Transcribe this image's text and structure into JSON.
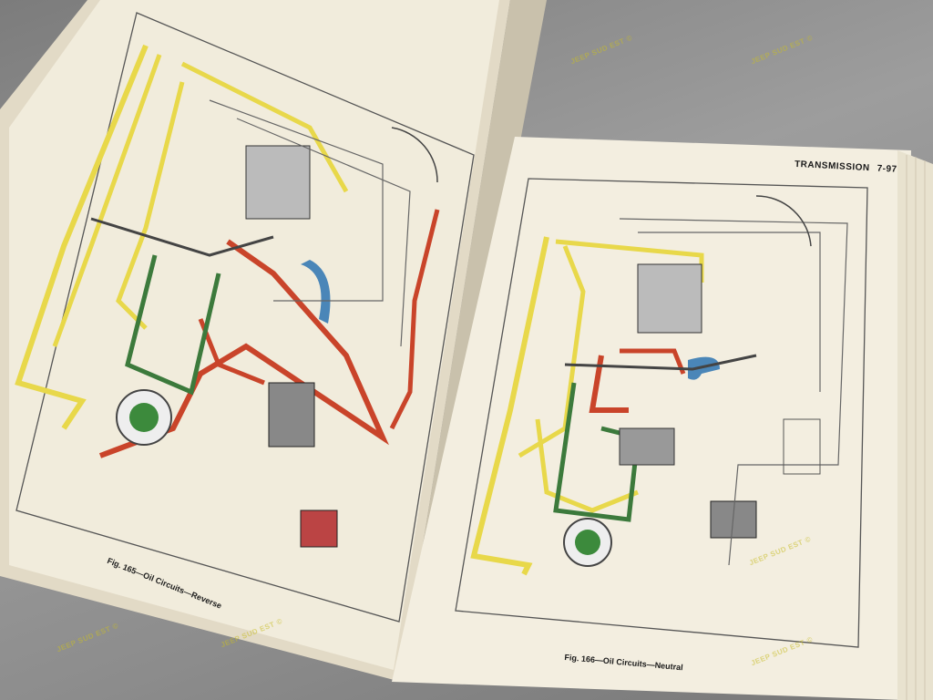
{
  "page_header": {
    "section": "TRANSMISSION",
    "page_number": "7-97"
  },
  "figures": {
    "left_caption": "Fig. 165—Oil Circuits—Reverse",
    "right_caption": "Fig. 166—Oil Circuits—Neutral"
  },
  "watermark": {
    "text": "JEEP SUD EST ©"
  },
  "colors": {
    "yellow_circuit": "#e8d84a",
    "red_circuit": "#c9442a",
    "green_circuit": "#3c7a3c",
    "blue_circuit": "#4a86b8",
    "paper": "#efe9d9"
  }
}
